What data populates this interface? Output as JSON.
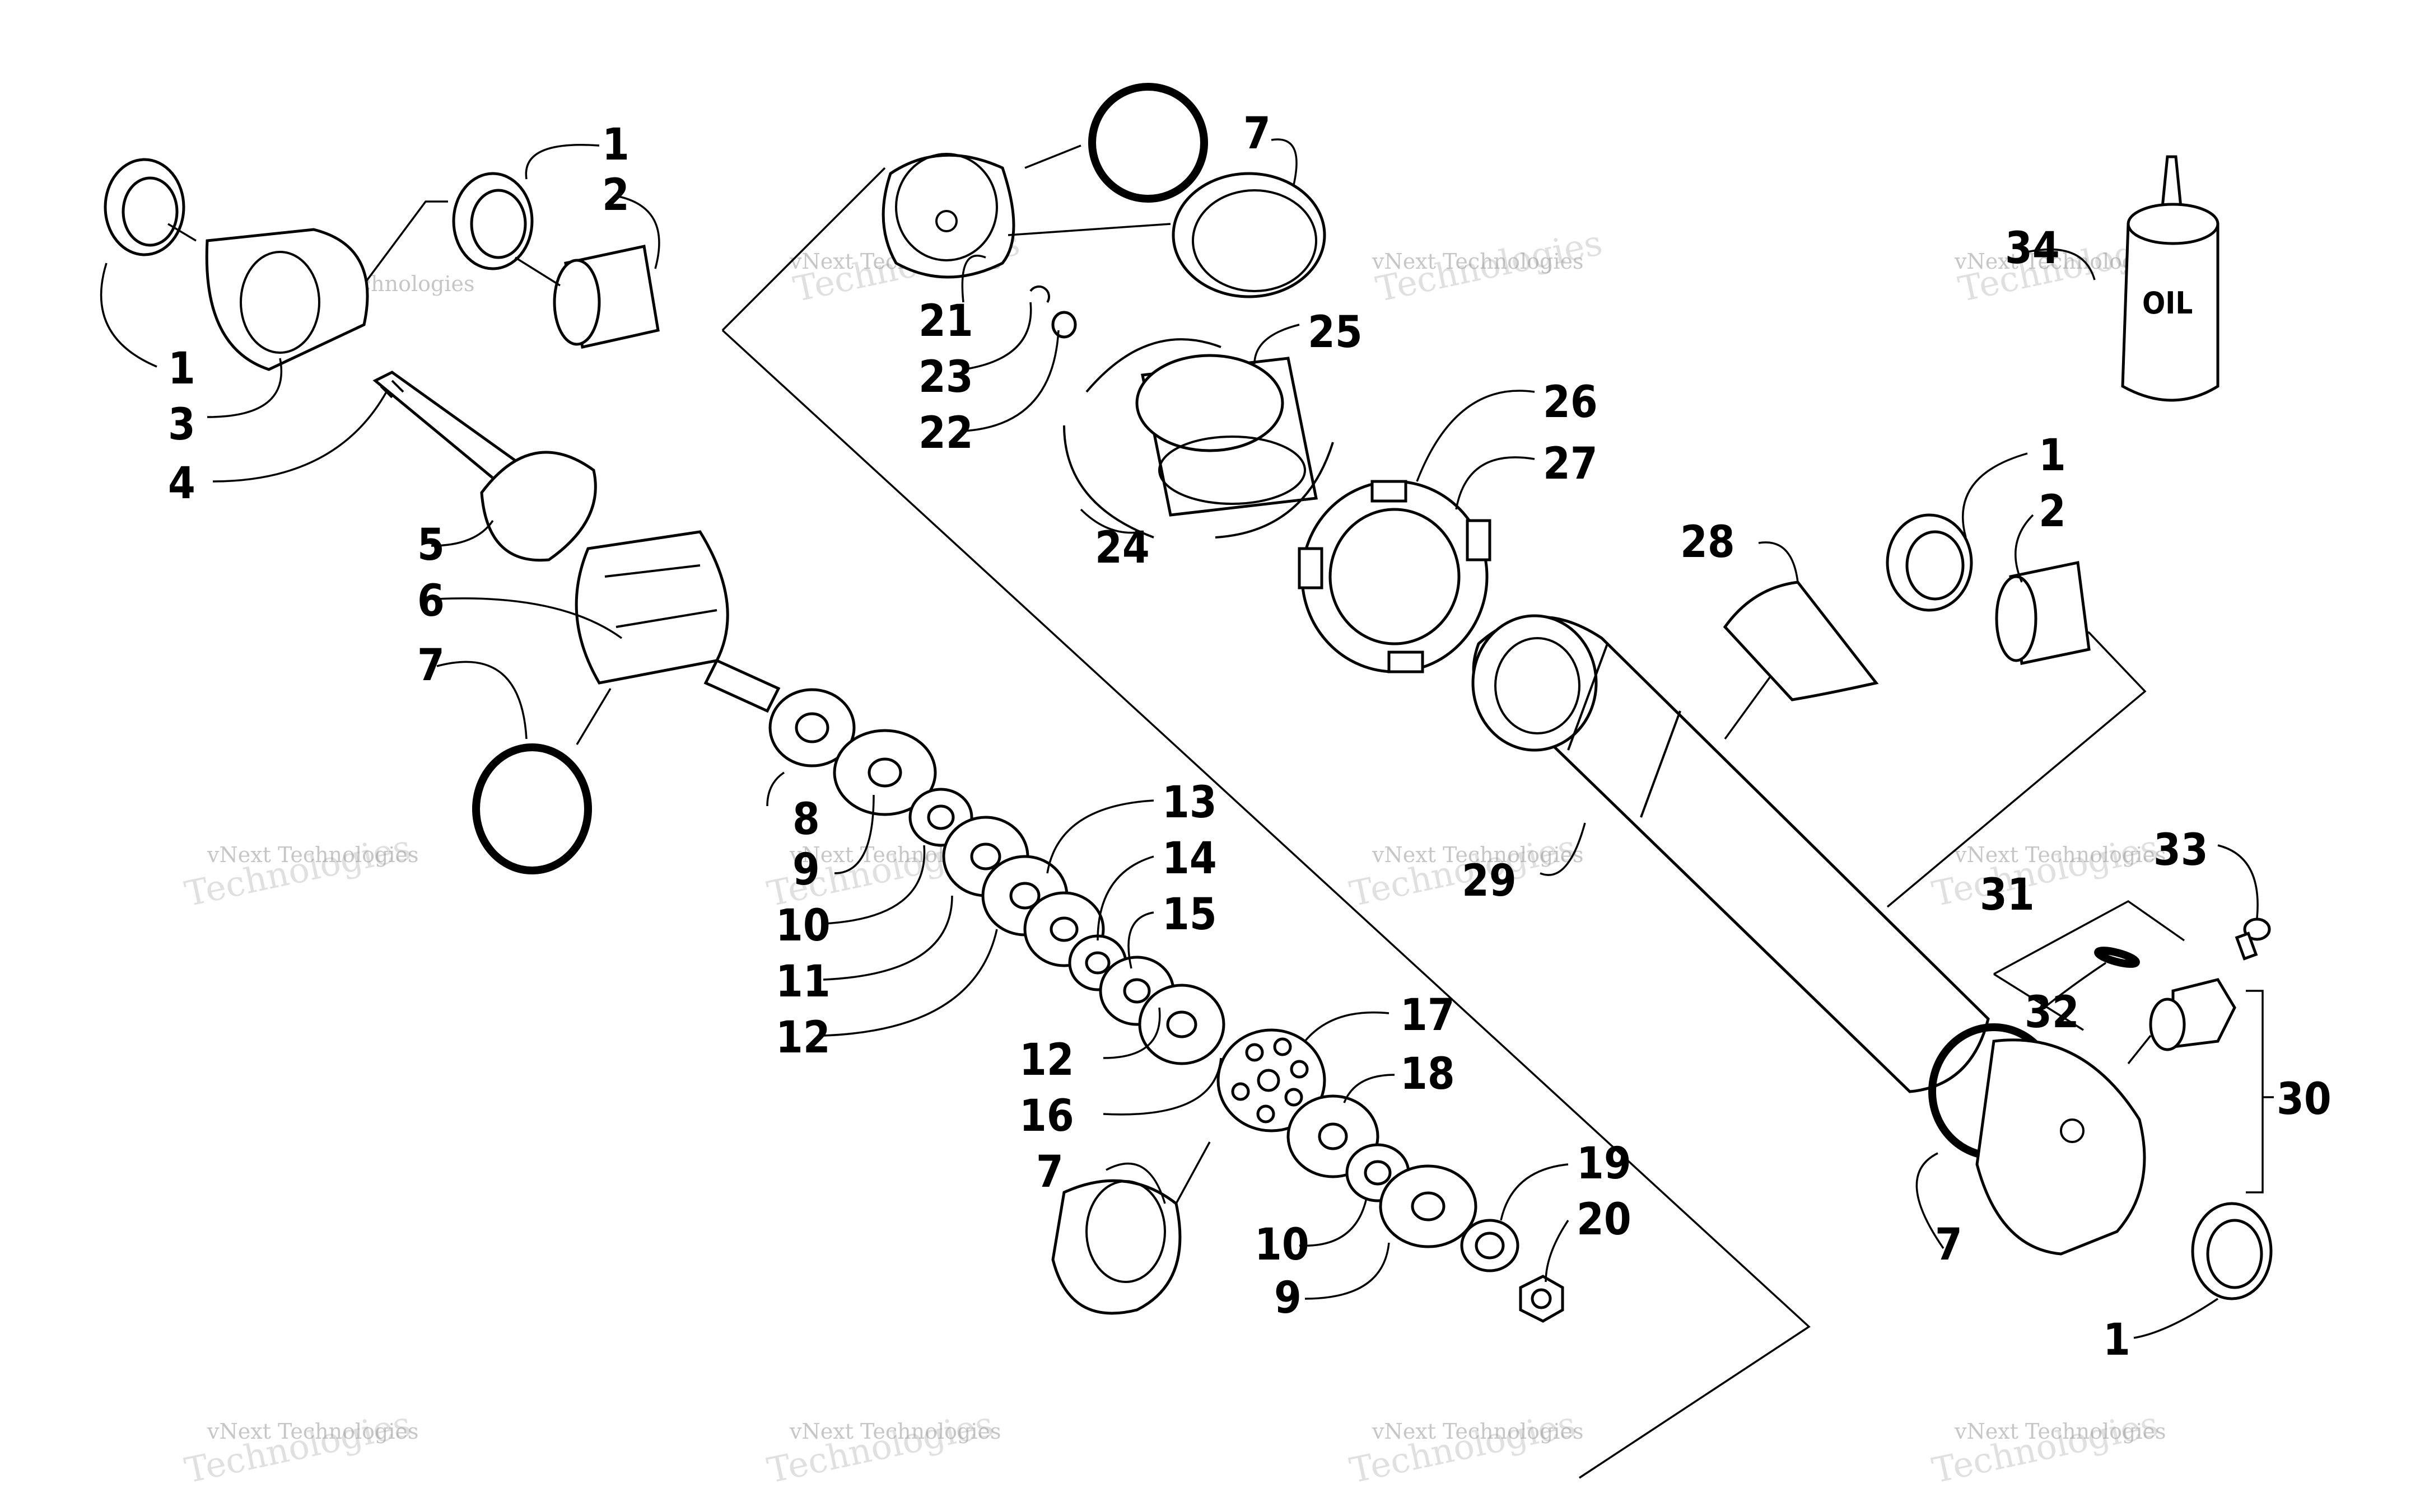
{
  "parts": {
    "p1": "1",
    "p2": "2",
    "p3": "3",
    "p4": "4",
    "p5": "5",
    "p6": "6",
    "p7": "7",
    "p8": "8",
    "p9": "9",
    "p10": "10",
    "p11": "11",
    "p12": "12",
    "p13": "13",
    "p14": "14",
    "p15": "15",
    "p16": "16",
    "p17": "17",
    "p18": "18",
    "p19": "19",
    "p20": "20",
    "p21": "21",
    "p22": "22",
    "p23": "23",
    "p24": "24",
    "p25": "25",
    "p26": "26",
    "p27": "27",
    "p28": "28",
    "p29": "29",
    "p30": "30",
    "p31": "31",
    "p32": "32",
    "p33": "33",
    "p34": "34"
  },
  "oil_bottle_text": "OIL",
  "watermark": {
    "line1": "vNext Technologies",
    "line2": "Technologies",
    "line3": "vNext"
  }
}
